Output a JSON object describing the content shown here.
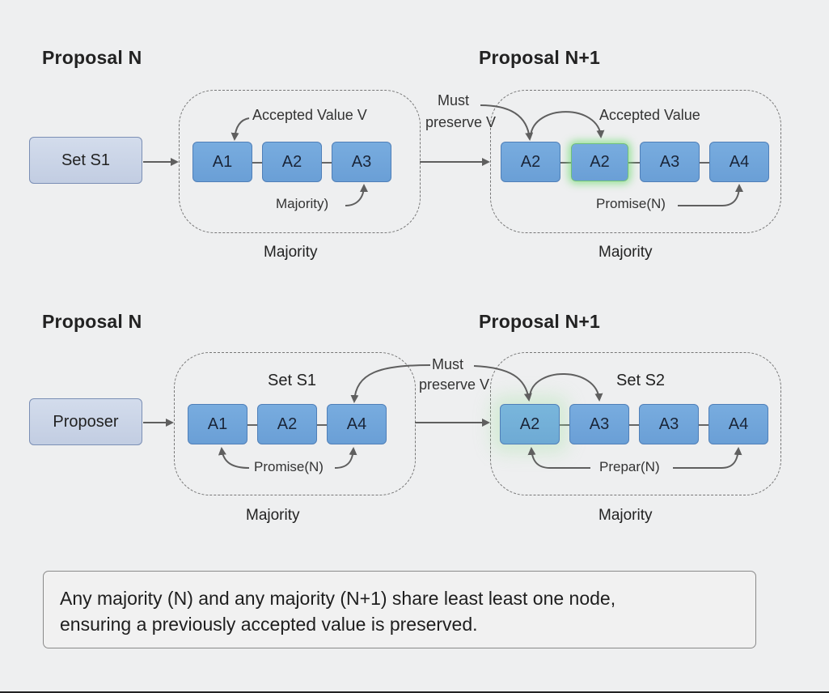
{
  "top_row": {
    "left_title": "Proposal N",
    "right_title": "Proposal N+1",
    "source_box": "Set S1",
    "left_group": {
      "nodes": [
        "A1",
        "A2",
        "A3"
      ],
      "annotation_top": "Accepted Value V",
      "annotation_bottom": "Majority)",
      "caption": "Majority"
    },
    "bridge_label_line1": "Must",
    "bridge_label_line2": "preserve V",
    "right_group": {
      "nodes": [
        "A2",
        "A2",
        "A3",
        "A4"
      ],
      "highlighted_node_index": 1,
      "annotation_top": "Accepted Value",
      "annotation_bottom": "Promise(N)",
      "caption": "Majority"
    }
  },
  "bottom_row": {
    "left_title": "Proposal N",
    "right_title": "Proposal N+1",
    "source_box": "Proposer",
    "left_group": {
      "title": "Set S1",
      "nodes": [
        "A1",
        "A2",
        "A4"
      ],
      "annotation_bottom": "Promise(N)",
      "caption": "Majority"
    },
    "bridge_label_line1": "Must",
    "bridge_label_line2": "preserve V",
    "right_group": {
      "title": "Set S2",
      "nodes": [
        "A2",
        "A3",
        "A3",
        "A4"
      ],
      "highlighted_node_index": 0,
      "annotation_bottom": "Prepar(N)",
      "caption": "Majority"
    }
  },
  "note": {
    "line1": "Any majority (N) and any majority (N+1) share least least one node,",
    "line2": "ensuring a previously accepted value is preserved."
  },
  "colors": {
    "node_fill": "#6fa3d9",
    "node_border": "#4f7fb8",
    "source_fill": "#c8d2e6",
    "highlight_glow": "#7ddc7d",
    "arrow": "#5f5f5f",
    "background": "#eeeff0"
  }
}
